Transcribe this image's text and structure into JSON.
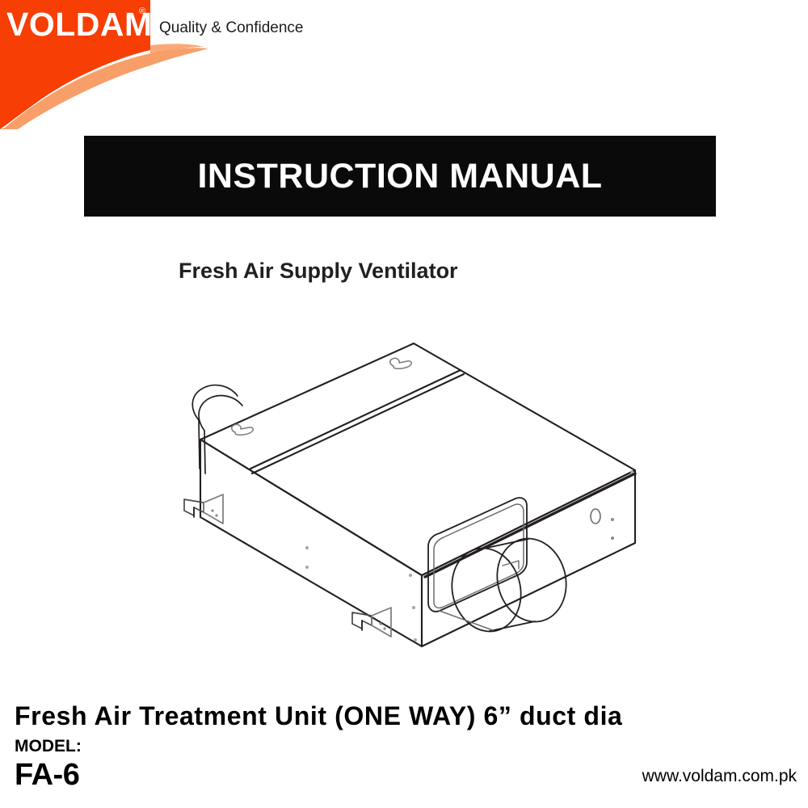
{
  "brand": {
    "wordmark": "VOLDAM",
    "trademark_symbol": "®",
    "tagline": "Quality & Confidence",
    "block_color": "#F73E05",
    "swoosh_color": "#F89A61"
  },
  "banner": {
    "title": "INSTRUCTION MANUAL",
    "background_color": "#0A0A0A",
    "text_color": "#FFFFFF"
  },
  "product": {
    "subtitle": "Fresh Air Supply Ventilator",
    "illustration_name": "fresh-air-supply-ventilator-isometric-line-drawing",
    "line_color": "#231F20"
  },
  "footer": {
    "headline": "Fresh Air Treatment Unit (ONE WAY) 6” duct dia",
    "model_label": "MODEL:",
    "model_value": "FA-6",
    "website": "www.voldam.com.pk"
  }
}
